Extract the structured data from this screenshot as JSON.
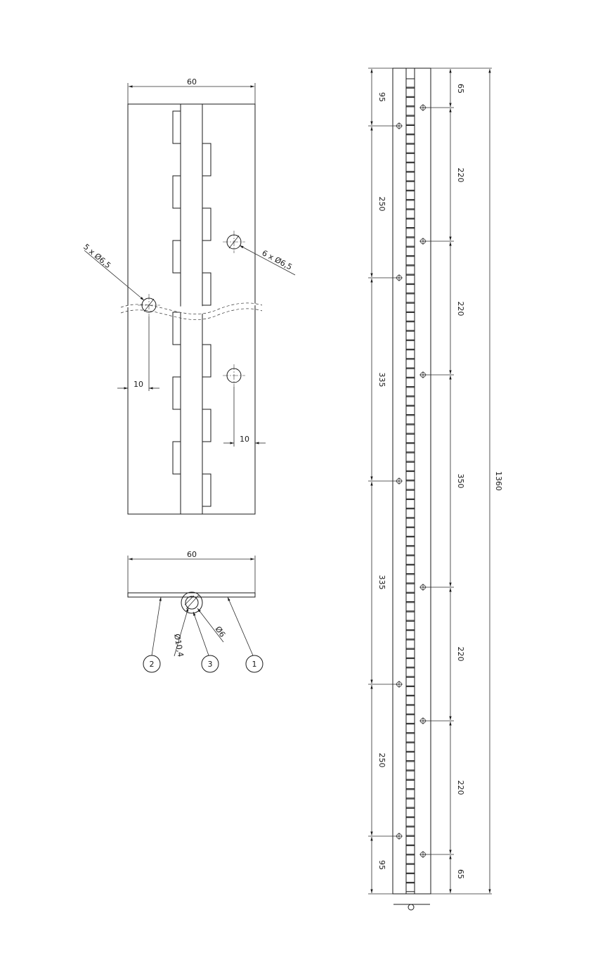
{
  "top_view": {
    "width_dim": "60",
    "hole_callout_left": "5 x Ø6,5",
    "hole_callout_right": "6 x Ø6,5",
    "edge_dist_left": "10",
    "edge_dist_right": "10"
  },
  "section_view": {
    "width_dim": "60",
    "outer_diameter": "Ø10,4",
    "pin_diameter": "Ø6",
    "balloons": [
      "2",
      "3",
      "1"
    ]
  },
  "side_view": {
    "left_dims": [
      "95",
      "250",
      "335",
      "335",
      "250",
      "95"
    ],
    "right_dims": [
      "65",
      "220",
      "220",
      "350",
      "220",
      "220",
      "65"
    ],
    "overall_length": "1360"
  }
}
